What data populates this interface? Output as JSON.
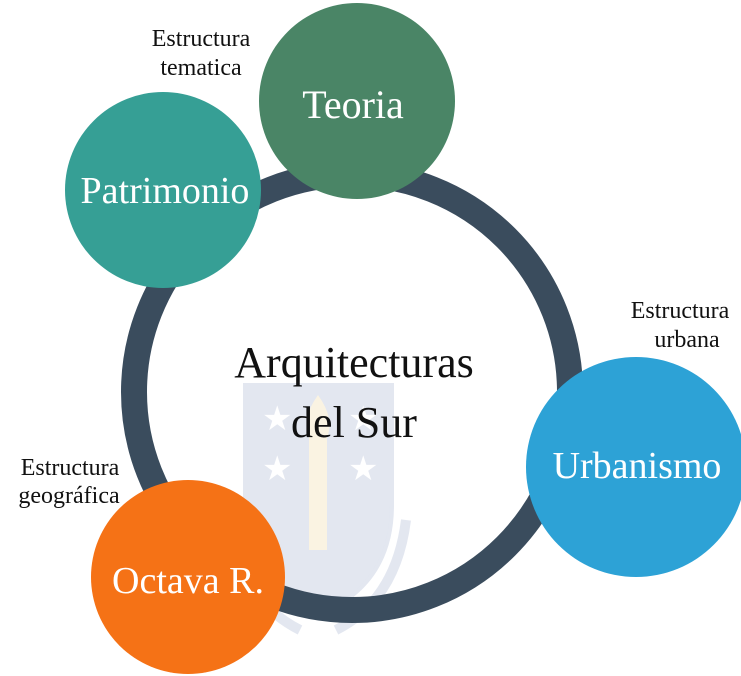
{
  "center": {
    "title_line1": "Arquitecturas",
    "title_line2": "del Sur"
  },
  "nodes": [
    {
      "id": "teoria",
      "label": "Teoria",
      "color": "#4a8566"
    },
    {
      "id": "patrimonio",
      "label": "Patrimonio",
      "color": "#369f95"
    },
    {
      "id": "urbanismo",
      "label": "Urbanismo",
      "color": "#2da2d6"
    },
    {
      "id": "octava",
      "label": "Octava R.",
      "color": "#f57216"
    }
  ],
  "annotations": {
    "tematica": {
      "line1": "Estructura",
      "line2": "tematica"
    },
    "urbana": {
      "line1": "Estructura",
      "line2": "urbana"
    },
    "geografica": {
      "line1": "Estructura",
      "line2": "geográfica"
    }
  },
  "colors": {
    "ring": "#3a4c5d",
    "watermark_blue": "#1f3f8c",
    "watermark_gold": "#d9a51e"
  }
}
